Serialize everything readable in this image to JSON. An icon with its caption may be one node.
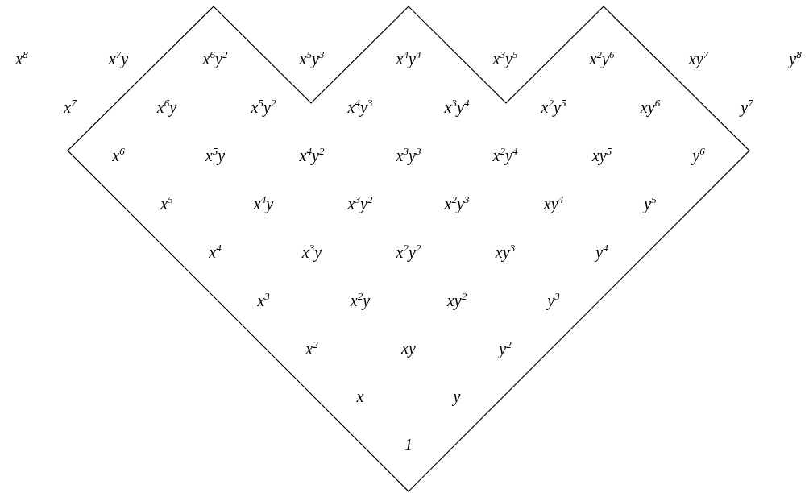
{
  "diagram": {
    "labels": [
      "x$^{8}$",
      "x$^{7}$y",
      "x$^{6}$y$^{2}$",
      "x$^{5}$y$^{3}$",
      "x$^{4}$y$^{4}$",
      "x$^{3}$y$^{5}$",
      "x$^{2}$y$^{6}$",
      "xy$^{7}$",
      "y$^{8}$",
      "x$^{7}$",
      "x$^{6}$y",
      "x$^{5}$y$^{2}$",
      "x$^{4}$y$^{3}$",
      "x$^{3}$y$^{4}$",
      "x$^{2}$y$^{5}$",
      "xy$^{6}$",
      "y$^{7}$",
      "x$^{6}$",
      "x$^{5}$y",
      "x$^{4}$y$^{2}$",
      "x$^{3}$y$^{3}$",
      "x$^{2}$y$^{4}$",
      "xy$^{5}$",
      "y$^{6}$",
      "x$^{5}$",
      "x$^{4}$y",
      "x$^{3}$y$^{2}$",
      "x$^{2}$y$^{3}$",
      "xy$^{4}$",
      "y$^{5}$",
      "x$^{4}$",
      "x$^{3}$y",
      "x$^{2}$y$^{2}$",
      "xy$^{3}$",
      "y$^{4}$",
      "x$^{3}$",
      "x$^{2}$y",
      "xy$^{2}$",
      "y$^{3}$",
      "x$^{2}$",
      "xy",
      "y$^{2}$",
      "x",
      "y",
      "1"
    ]
  }
}
